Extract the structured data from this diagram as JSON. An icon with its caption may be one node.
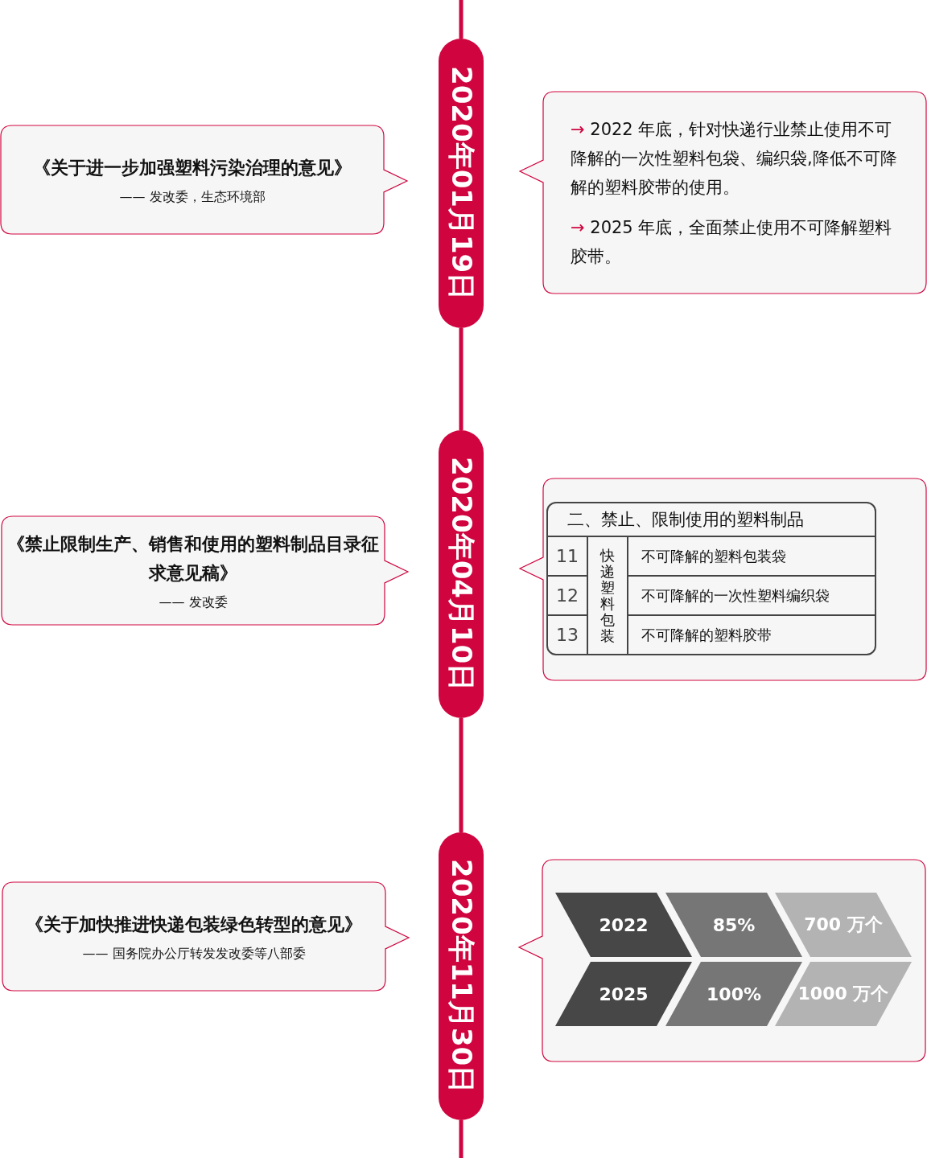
{
  "diagram": {
    "nodes": [
      {
        "text": [
          "《关于进一步加强塑料污染治理的意见》",
          "—— 发改委，生态环境部"
        ]
      },
      {
        "text": [
          "2020年01月19日"
        ]
      },
      {
        "text": [
          "→ 2022 年底，针对快递行业禁止使用不可降解的一次性塑料包袋、编织袋,降低不可降解的塑料胶带的使用。",
          "→ 2025 年底，全面禁止使用不可降解塑料胶带。"
        ]
      },
      {
        "text": [
          "《禁止限制生产、销售和使用的塑料制品目录征求意见稿》",
          "—— 发改委"
        ]
      },
      {
        "text": [
          "2020年04月10日"
        ]
      },
      {
        "text": [],
        "shape": "box"
      },
      {
        "text": [
          "《关于加快推进快递包装绿色转型的意见》",
          "—— 国务院办公厅转发发改委等八部委"
        ]
      },
      {
        "text": [
          "2020年11月30日"
        ]
      },
      {
        "text": [],
        "shape": "box"
      },
      {
        "text": [
          "2022"
        ],
        "in": 8
      },
      {
        "text": [
          "85%"
        ],
        "in": 8
      },
      {
        "text": [
          "700 万个"
        ],
        "in": 8
      },
      {
        "text": [
          "2025"
        ],
        "in": 8
      },
      {
        "text": [
          "100%"
        ],
        "in": 8
      },
      {
        "text": [
          "1000 万个"
        ],
        "in": 8
      }
    ],
    "edges": [
      {
        "from": null,
        "to": 1,
        "arrow": "none"
      },
      {
        "from": 1,
        "to": 4,
        "arrow": "none"
      },
      {
        "from": 4,
        "to": 7,
        "arrow": "none"
      },
      {
        "from": 7,
        "to": null,
        "arrow": "none"
      }
    ],
    "labels": [
      "二、禁止、限制使用的塑料制品",
      "11",
      "快递塑料包装",
      "不可降解的塑料包装袋",
      "12",
      "不可降解的一次性塑料编织袋",
      "13",
      "不可降解的塑料胶带"
    ]
  }
}
